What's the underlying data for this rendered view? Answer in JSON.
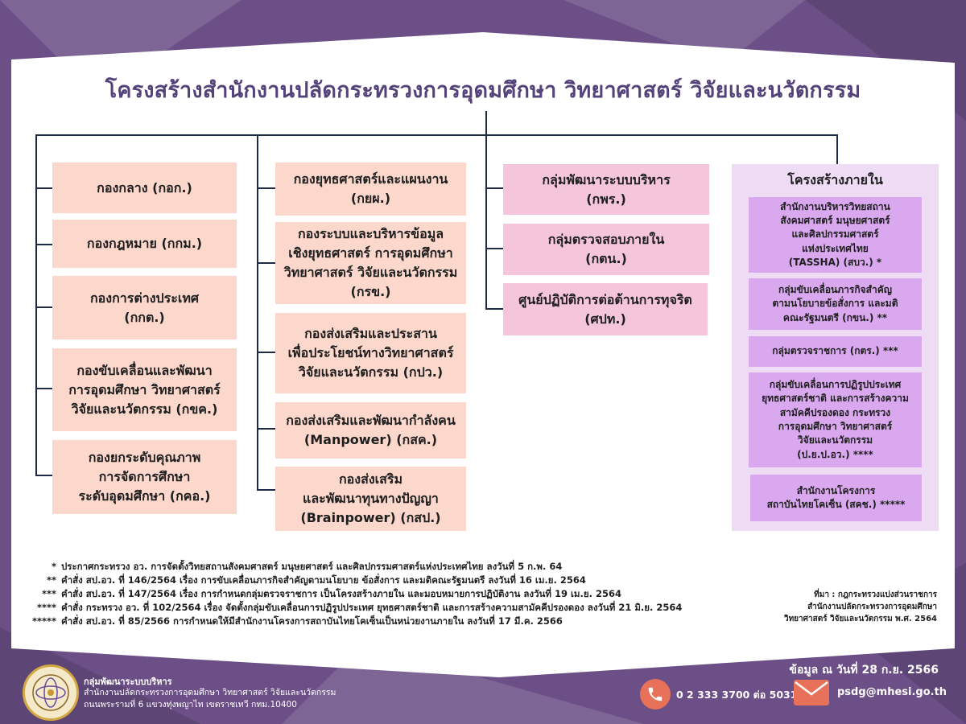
{
  "title": "โครงสร้างสำนักงานปลัดกระทรวงการอุดมศึกษา วิทยาศาสตร์ วิจัยและนวัตกรรม",
  "colors": {
    "background": "#6b4f86",
    "title": "#54427a",
    "peach_box": "#fbd7cc",
    "pink_box": "#f5c5dc",
    "lavender_panel": "#eedcf5",
    "lavender_box": "#d9a8ef",
    "connector": "#1f2a44",
    "footer_icon": "#e8715a"
  },
  "column1": [
    {
      "line1": "กองกลาง (กอก.)"
    },
    {
      "line1": "กองกฎหมาย (กกม.)"
    },
    {
      "line1": "กองการต่างประเทศ",
      "line2": "(กกต.)"
    },
    {
      "line1": "กองขับเคลื่อนและพัฒนา",
      "line2": "การอุดมศึกษา วิทยาศาสตร์",
      "line3": "วิจัยและนวัตกรรม (กขค.)"
    },
    {
      "line1": "กองยกระดับคุณภาพ",
      "line2": "การจัดการศึกษา",
      "line3": "ระดับอุดมศึกษา (กคอ.)"
    }
  ],
  "column2": [
    {
      "line1": "กองยุทธศาสตร์และแผนงาน",
      "line2": "(กยผ.)"
    },
    {
      "line1": "กองระบบและบริหารข้อมูล",
      "line2": "เชิงยุทธศาสตร์ การอุดมศึกษา",
      "line3": "วิทยาศาสตร์ วิจัยและนวัตกรรม",
      "line4": "(กรข.)"
    },
    {
      "line1": "กองส่งเสริมและประสาน",
      "line2": "เพื่อประโยชน์ทางวิทยาศาสตร์",
      "line3": "วิจัยและนวัตกรรม (กปว.)"
    },
    {
      "line1": "กองส่งเสริมและพัฒนากำลังคน",
      "line2": "(Manpower) (กสค.)"
    },
    {
      "line1": "กองส่งเสริม",
      "line2": "และพัฒนาทุนทางปัญญา",
      "line3": "(Brainpower) (กสป.)"
    }
  ],
  "column3": [
    {
      "line1": "กลุ่มพัฒนาระบบบริหาร",
      "line2": "(กพร.)"
    },
    {
      "line1": "กลุ่มตรวจสอบภายใน",
      "line2": "(กตน.)"
    },
    {
      "line1": "ศูนย์ปฏิบัติการต่อต้านการทุจริต",
      "line2": "(ศปท.)"
    }
  ],
  "internal": {
    "heading": "โครงสร้างภายใน",
    "units": [
      {
        "line1": "สำนักงานบริหารวิทยสถาน",
        "line2": "สังคมศาสตร์ มนุษยศาสตร์",
        "line3": "และศิลปกรรมศาสตร์",
        "line4": "แห่งประเทศไทย",
        "line5": "(TASSHA) (สบว.) *"
      },
      {
        "line1": "กลุ่มขับเคลื่อนภารกิจสำคัญ",
        "line2": "ตามนโยบายข้อสั่งการ และมติ",
        "line3": "คณะรัฐมนตรี (กขน.) **"
      },
      {
        "line1": "กลุ่มตรวจราชการ (กตร.) ***"
      },
      {
        "line1": "กลุ่มขับเคลื่อนการปฏิรูปประเทศ",
        "line2": "ยุทธศาสตร์ชาติ และการสร้างความ",
        "line3": "สามัคคีปรองดอง กระทรวง",
        "line4": "การอุดมศึกษา วิทยาศาสตร์",
        "line5": "วิจัยและนวัตกรรม",
        "line6": "(ป.ย.ป.อว.) ****"
      },
      {
        "line1": "สำนักงานโครงการ",
        "line2": "สถาบันไทยโคเซ็น (สคช.) *****"
      }
    ]
  },
  "notes": [
    {
      "mark": "*",
      "text": "ประกาศกระทรวง อว. การจัดตั้งวิทยสถานสังคมศาสตร์ มนุษยศาสตร์ และศิลปกรรมศาสตร์แห่งประเทศไทย ลงวันที่ 5 ก.พ. 64"
    },
    {
      "mark": "**",
      "text": "คำสั่ง สป.อว. ที่ 146/2564 เรื่อง การขับเคลื่อนภารกิจสำคัญตามนโยบาย ข้อสั่งการ และมติคณะรัฐมนตรี ลงวันที่ 16 เม.ย. 2564"
    },
    {
      "mark": "***",
      "text": "คำสั่ง สป.อว. ที่ 147/2564 เรื่อง การกำหนดกลุ่มตรวจราชการ เป็นโครงสร้างภายใน และมอบหมายการปฏิบัติงาน ลงวันที่ 19 เม.ย. 2564"
    },
    {
      "mark": "****",
      "text": "คำสั่ง กระทรวง อว. ที่ 102/2564 เรื่อง จัดตั้งกลุ่มขับเคลื่อนการปฏิรูปประเทศ ยุทธศาสตร์ชาติ และการสร้างความสามัคคีปรองดอง ลงวันที่ 21 มิ.ย. 2564"
    },
    {
      "mark": "*****",
      "text": "คำสั่ง สป.อว. ที่ 85/2566 การกำหนดให้มีสำนักงานโครงการสถาบันไทยโคเซ็นเป็นหน่วยงานภายใน ลงวันที่ 17 มี.ค. 2566"
    }
  ],
  "source": {
    "line1": "ที่มา :  กฎกระทรวงแบ่งส่วนราชการ",
    "line2": "สำนักงานปลัดกระทรวงการอุดมศึกษา",
    "line3": "วิทยาศาสตร์ วิจัยและนวัตกรรม พ.ศ. 2564"
  },
  "footer": {
    "org_name": "กลุ่มพัฒนาระบบบริหาร",
    "org_line2": "สำนักงานปลัดกระทรวงการอุดมศึกษา วิทยาศาสตร์ วิจัยและนวัตกรรม",
    "org_line3": "ถนนพระรามที่ 6 แขวงทุ่งพญาไท เขตราชเทวี กทม.10400",
    "date": "ข้อมูล ณ วันที่ 28 ก.ย. 2566",
    "phone": "0 2 333 3700 ต่อ 5031",
    "email": "psdg@mhesi.go.th",
    "phone_icon": "phone-icon",
    "email_icon": "envelope-icon"
  }
}
